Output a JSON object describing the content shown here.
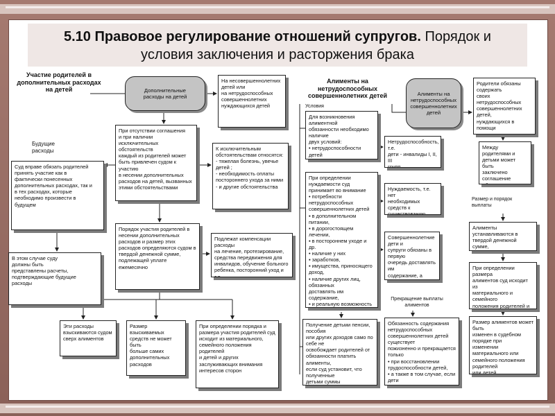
{
  "slide": {
    "title_bold": "5.10 Правовое регулирование отношений супругов.",
    "title_rest_1": "Порядок и",
    "title_rest_2": "условия заключения и расторжения брака"
  },
  "left": {
    "heading": "Участие родителей в\nдополнительных расходах\nна детей",
    "future_label": "Будущие\nрасходы",
    "oval": "Дополнительные\nрасходы на детей",
    "minors_box": "На несовершеннолетних\nдетей или\nна нетрудоспособных\nсовершеннолетних\nнуждающихся детей",
    "absence_box": "При отсутствии соглашения\nи при наличии исключительных\nобстоятельств\nкаждый из родителей может\nбыть привлечен судом к участию\nв несении дополнительных\nрасходов на детей, вызванных\nэтими обстоятельствами",
    "exceptional_box": "К исключительным\nобстоятельствам относятся:\n- тяжелая болезнь, увечье\nдетей ;\n- необходимость оплаты\nпостороннего ухода за ними\n- и другие обстоятельства",
    "court_box": "Суд вправе обязать родителей\nпринять участие как в\nфактически понесенных\nдополнительных расходах, так и\nв тех расходах, которые\nнеобходимо произвести в\nбудущем",
    "order_box": "Порядок участия родителей в\nнесении дополнительных\nрасходов и размер этих\nрасходов определяются судом в\nтвердой денежной сумме,\nподлежащей уплате ежемесячно",
    "compensation_box": "Подлежат компенсации расходы\nна лечение, протезирование,\nсредства передвижения для\nинвалидов, обучение больного\nребенка, посторонний уход и т.п.",
    "calc_box": "В этом случае суду\nдолжны быть\nпредставлены расчеты,\nподтверждающие будущие\nрасходы",
    "separate_box": "Эти расходы\nвзыскиваются судом\nсверх алиментов",
    "size_box": "Размер взыскиваемых\nсредств не может быть\nбольше самих\nдополнительных\nрасходов",
    "determine_box": "При определении порядка и\nразмера участия родителей суд\nисходит из материального,\nсемейного положения родителей\nи детей и других\nзаслуживающих внимания\nинтересов сторон"
  },
  "middle": {
    "heading": "Алименты на нетрудоспособных\nсовершеннолетних детей",
    "conditions_label": "Условия",
    "conditions_box": "Для возникновения алиментной\nобязанности необходимо наличие\nдвух условий:\n• нетрудоспособности детей\n• и их нуждаемости",
    "disability_box": "Нетрудоспособность, т.е.\nдети - инвалиды I, II, III\nгрупп.",
    "need_box": "При определении нуждаемости суд\nпринимает во внимание\n• потребности нетрудоспособных\nсовершеннолетних детей\n  ▪ в дополнительном питании,\n  ▪ в дорогостоящем лечении,\n  ▪ в постороннем уходе и др.\n• наличие у них\n  ▪ заработков,\n  ▪ имущества, приносящего доход,\n• наличие других лиц, обязанных\nдоставлять им содержание,\n  ▪ и реальную возможность этих лиц,\nкоторые они обязаны доставлять содержание",
    "neediness_box": "Нуждаемость, т.е. нет\nнеобходимых средств к\nсуществованию",
    "adult_box": "Совершеннолетние дети и\nсупруги обязаны в первую\nочередь доставлять им\nсодержание, а затем уже\nродители",
    "pension_box": "Получение детьми пенсии, пособия\nили других доходов само по себе не\nосвобождает родителей от\nобязанности платить алименты,\nесли суд установит, что полученные\nдетьми суммы недостаточны для их\nобеспечения",
    "termination_label": "Прекращение выплаты\nалиментов",
    "termination_box": "Обязанность содержания\nнетрудоспособных\nсовершеннолетних детей существует\nпожизненно и прекращается только\n• при восстановлении\nтрудоспособности детей,\n• а также в том случае, если дети\nперестали нуждаться"
  },
  "right": {
    "oval": "Алименты на\nнетрудоспособных\nсовершеннолетних\nдетей",
    "obliged_box": "Родители обязаны содержать\nсвоих нетрудоспособных\nсовершеннолетних детей,\nнуждающихся в помощи",
    "agreement_box": "Между родителями и\nдетьми может быть\nзаключено соглашение\nоб уплате алиментов",
    "size_label": "Размер и порядок\nвыплаты",
    "fixed_box": "Алименты устанавливаются в\nтвердой денежной сумме,\nподлежащей уплате ежемесячно",
    "determine_box": "При определении размера\nалиментов суд исходит из\nматериального и семейного\nположения родителей и детей\nи других заслуживающих\nвнимания интересов сторон",
    "change_box": "Размер алиментов может быть\nизменен в судебном порядке при\nизменении материального или\nсемейного положения родителей\nили детей"
  }
}
